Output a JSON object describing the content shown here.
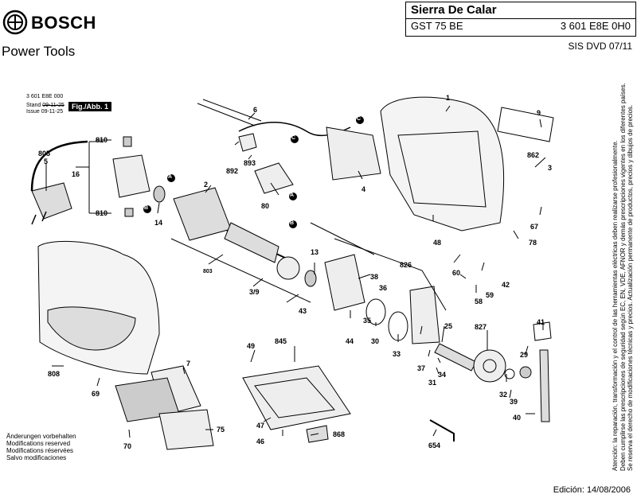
{
  "header": {
    "brand": "BOSCH",
    "sub_brand": "Power Tools"
  },
  "info_box": {
    "title": "Sierra De Calar",
    "model": "GST 75 BE",
    "code": "3 601 E8E 0H0"
  },
  "sis_label": "SIS DVD 07/11",
  "stand": {
    "number": "3 601 E8E 000",
    "stand_label": "Stand",
    "stand_value": "09-11-25",
    "issue_label": "Issue",
    "issue_value": "09-11-25",
    "fig": "Fig./Abb. 1"
  },
  "part_labels": [
    {
      "id": "805",
      "text": "805"
    },
    {
      "id": "5",
      "text": "5"
    },
    {
      "id": "16",
      "text": "16"
    },
    {
      "id": "810a",
      "text": "810"
    },
    {
      "id": "810b",
      "text": "810"
    },
    {
      "id": "6",
      "text": "6"
    },
    {
      "id": "892",
      "text": "892"
    },
    {
      "id": "893",
      "text": "893"
    },
    {
      "id": "80",
      "text": "80"
    },
    {
      "id": "4",
      "text": "4"
    },
    {
      "id": "1",
      "text": "1"
    },
    {
      "id": "9",
      "text": "9"
    },
    {
      "id": "862",
      "text": "862"
    },
    {
      "id": "3",
      "text": "3"
    },
    {
      "id": "2",
      "text": "2"
    },
    {
      "id": "14",
      "text": "14"
    },
    {
      "id": "803",
      "text": "803"
    },
    {
      "id": "3/9",
      "text": "3/9"
    },
    {
      "id": "43",
      "text": "43"
    },
    {
      "id": "13",
      "text": "13"
    },
    {
      "id": "826",
      "text": "826"
    },
    {
      "id": "38",
      "text": "38"
    },
    {
      "id": "36",
      "text": "36"
    },
    {
      "id": "35",
      "text": "35"
    },
    {
      "id": "44",
      "text": "44"
    },
    {
      "id": "30",
      "text": "30"
    },
    {
      "id": "33",
      "text": "33"
    },
    {
      "id": "25",
      "text": "25"
    },
    {
      "id": "37",
      "text": "37"
    },
    {
      "id": "34",
      "text": "34"
    },
    {
      "id": "31",
      "text": "31"
    },
    {
      "id": "827",
      "text": "827"
    },
    {
      "id": "48",
      "text": "48"
    },
    {
      "id": "67",
      "text": "67"
    },
    {
      "id": "78",
      "text": "78"
    },
    {
      "id": "60",
      "text": "60"
    },
    {
      "id": "42",
      "text": "42"
    },
    {
      "id": "58",
      "text": "58"
    },
    {
      "id": "59",
      "text": "59"
    },
    {
      "id": "41",
      "text": "41"
    },
    {
      "id": "29",
      "text": "29"
    },
    {
      "id": "32",
      "text": "32"
    },
    {
      "id": "39",
      "text": "39"
    },
    {
      "id": "40",
      "text": "40"
    },
    {
      "id": "7",
      "text": "7"
    },
    {
      "id": "808",
      "text": "808"
    },
    {
      "id": "69",
      "text": "69"
    },
    {
      "id": "845",
      "text": "845"
    },
    {
      "id": "49",
      "text": "49"
    },
    {
      "id": "75",
      "text": "75"
    },
    {
      "id": "70",
      "text": "70"
    },
    {
      "id": "47",
      "text": "47"
    },
    {
      "id": "46",
      "text": "46"
    },
    {
      "id": "868",
      "text": "868"
    },
    {
      "id": "654",
      "text": "654"
    }
  ],
  "callouts": {
    "a": "A",
    "b": "B",
    "c": "C"
  },
  "notes": [
    "Änderungen vorbehalten",
    "Modifications reserved",
    "Modifications réservées",
    "Salvo modificaciones"
  ],
  "edition": "Edición: 14/08/2006",
  "vertical_note": [
    "Atención: la reparación, transformación y el control de las herramientas eléctricas deben realizarse profesionalmente.",
    "Deben cumplirse las prescripciones de seguridad según EC, EN, VDE, AFNOR y demás prescripciones vigentes en los diferentes países.",
    "Se reserva el derecho de modificaciones técnicas y precios. Actualización permanente de productos, precios y dibujos de precios."
  ]
}
